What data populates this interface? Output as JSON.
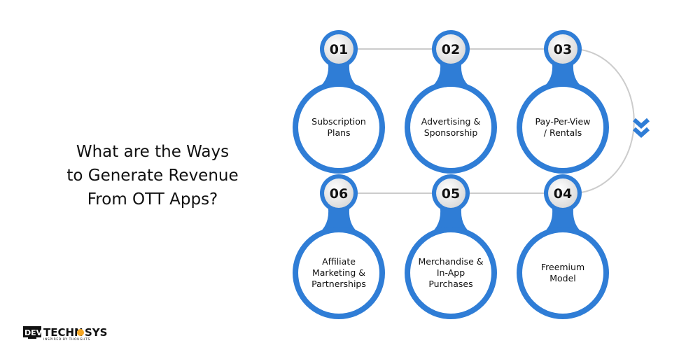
{
  "title": {
    "lines": [
      "What are the Ways",
      "to Generate Revenue",
      "From OTT Apps?"
    ]
  },
  "colors": {
    "accent": "#2f7dd6",
    "connector": "#cccccc",
    "badge_fill": "#e6e6e6"
  },
  "steps": [
    {
      "number": "01",
      "lines": [
        "Subscription",
        "Plans"
      ]
    },
    {
      "number": "02",
      "lines": [
        "Advertising &",
        "Sponsorship"
      ]
    },
    {
      "number": "03",
      "lines": [
        "Pay-Per-View",
        "/ Rentals"
      ]
    },
    {
      "number": "04",
      "lines": [
        "Freemium",
        "Model"
      ]
    },
    {
      "number": "05",
      "lines": [
        "Merchandise &",
        "In-App",
        "Purchases"
      ]
    },
    {
      "number": "06",
      "lines": [
        "Affiliate",
        "Marketing &",
        "Partnerships"
      ]
    }
  ],
  "logo": {
    "brand_a": "DEV",
    "brand_b": "TECHN",
    "brand_c": "SYS",
    "tagline": "INSPIRED BY THOUGHTS"
  },
  "icons": {
    "flow_arrow": "double-chevron-down-icon"
  }
}
